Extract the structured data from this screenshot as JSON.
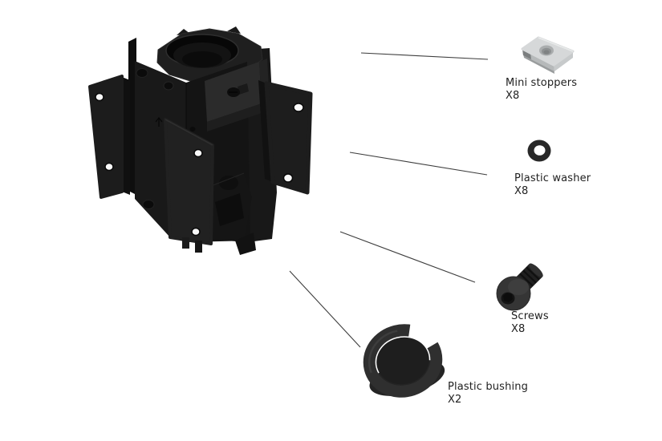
{
  "diagram": {
    "parts": [
      {
        "id": "mini-stoppers",
        "label": "Mini stoppers",
        "qty": "X8"
      },
      {
        "id": "plastic-washer",
        "label": "Plastic washer",
        "qty": "X8"
      },
      {
        "id": "screws",
        "label": "Screws",
        "qty": "X8"
      },
      {
        "id": "plastic-bushing",
        "label": "Plastic bushing",
        "qty": "X2"
      }
    ],
    "illustrations": {
      "main": "pole-mount-bracket",
      "icons": [
        "t-nut-stopper",
        "washer-ring",
        "button-head-screw",
        "split-ring-bushing"
      ]
    },
    "colors": {
      "background": "#ffffff",
      "bracket_dark": "#1a1a1a",
      "leader_line": "#3d3d3d",
      "label_text": "#1f1f1f",
      "stopper_gray": "#d6d8d9"
    }
  }
}
